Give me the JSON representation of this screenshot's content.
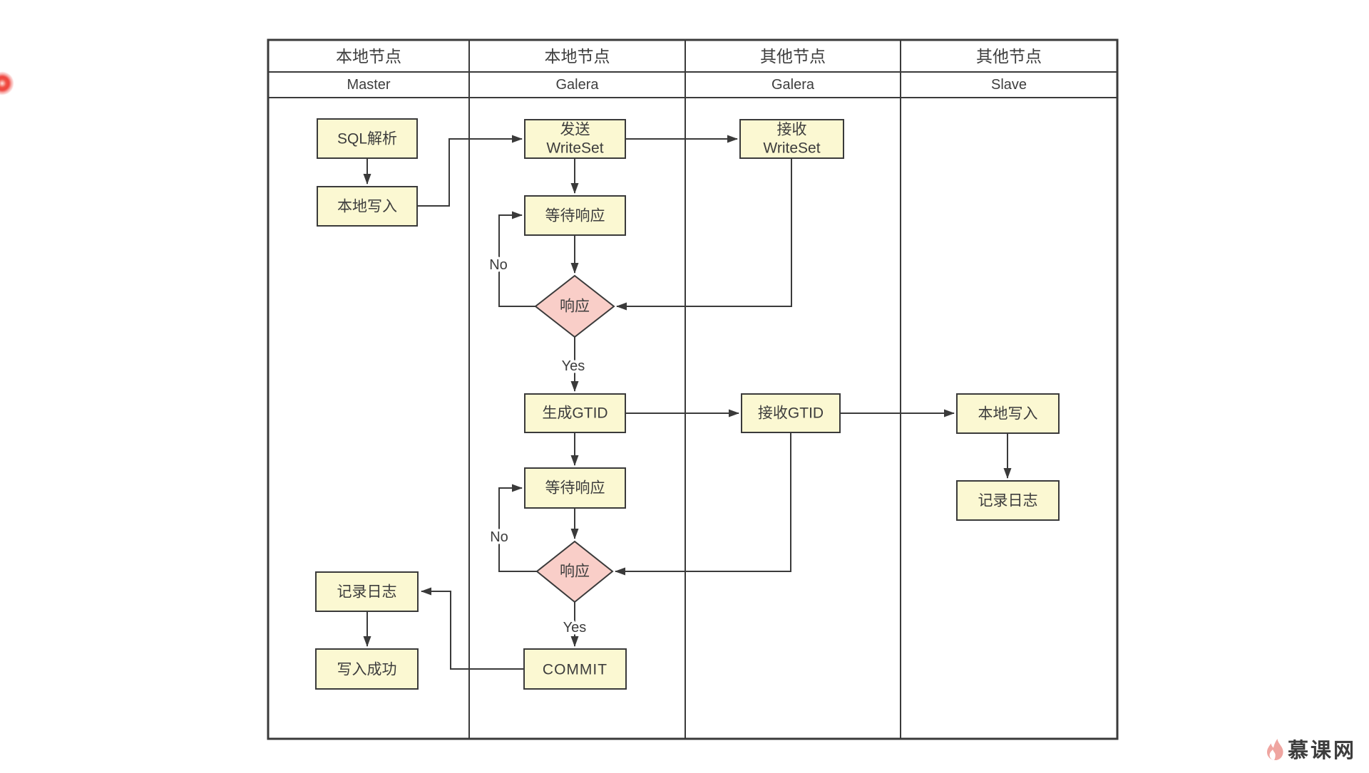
{
  "diagram": {
    "lanes": [
      {
        "title": "本地节点",
        "subtitle": "Master"
      },
      {
        "title": "本地节点",
        "subtitle": "Galera"
      },
      {
        "title": "其他节点",
        "subtitle": "Galera"
      },
      {
        "title": "其他节点",
        "subtitle": "Slave"
      }
    ],
    "nodes": {
      "sql_parse": "SQL解析",
      "local_write_master": "本地写入",
      "send_writeset_line1": "发送",
      "send_writeset_line2": "WriteSet",
      "recv_writeset_line1": "接收",
      "recv_writeset_line2": "WriteSet",
      "wait_response_1": "等待响应",
      "response_1": "响应",
      "gen_gtid": "生成GTID",
      "recv_gtid": "接收GTID",
      "local_write_slave": "本地写入",
      "log_slave": "记录日志",
      "wait_response_2": "等待响应",
      "response_2": "响应",
      "commit": "COMMIT",
      "log_master": "记录日志",
      "write_success": "写入成功"
    },
    "edge_labels": {
      "no_1": "No",
      "yes_1": "Yes",
      "no_2": "No",
      "yes_2": "Yes"
    }
  },
  "watermark": {
    "text": "慕课网"
  },
  "colors": {
    "line": "#3a3a3a",
    "node_fill": "#fbf8d2",
    "diamond_fill": "#f9cec8",
    "text": "#3d3d3d",
    "watermark_pink": "#efa5a0",
    "pointer_red": "#eb231c",
    "background": "#ffffff"
  }
}
